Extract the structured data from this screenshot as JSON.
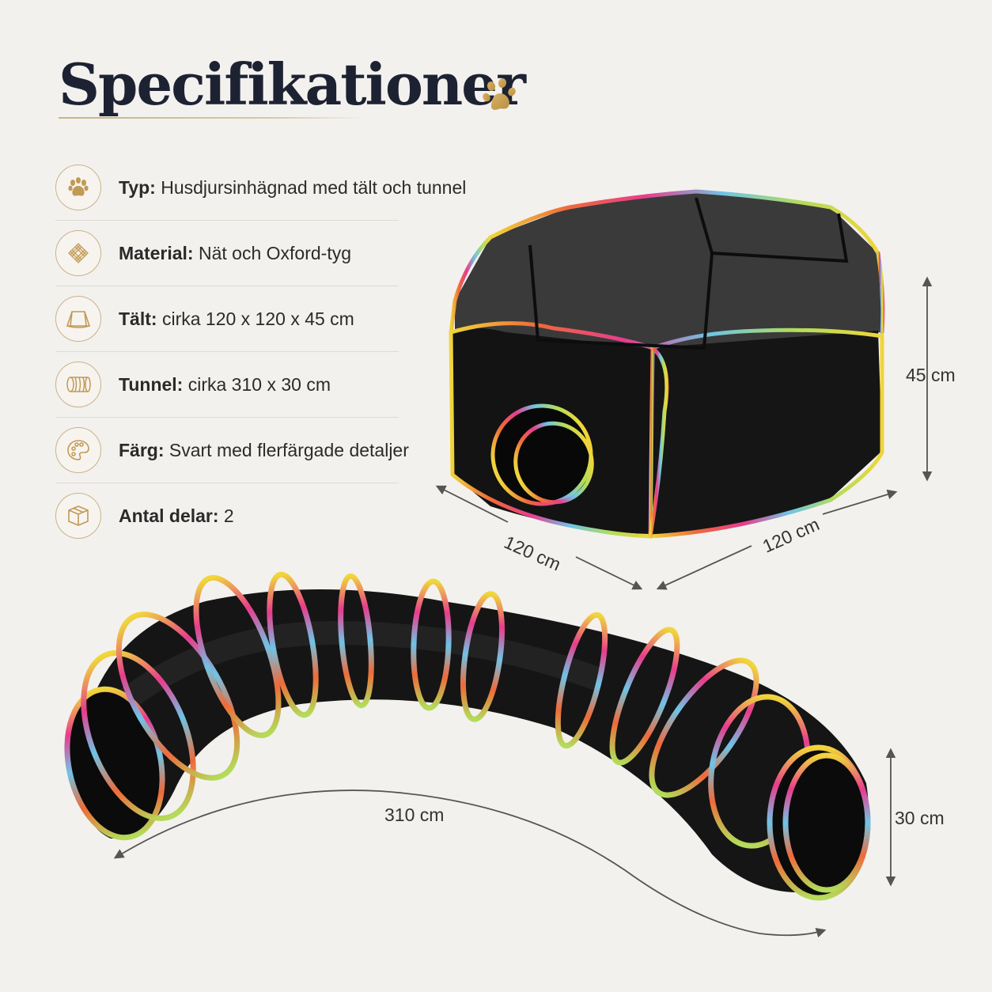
{
  "title": "Specifikationer",
  "specs": [
    {
      "label": "Typ:",
      "value": "Husdjursinhägnad med tält och tunnel",
      "icon": "paw-icon"
    },
    {
      "label": "Material:",
      "value": "Nät och Oxford-tyg",
      "icon": "mesh-icon"
    },
    {
      "label": "Tält:",
      "value": "cirka 120 x 120 x 45 cm",
      "icon": "tent-icon"
    },
    {
      "label": "Tunnel:",
      "value": "cirka 310 x 30 cm",
      "icon": "tunnel-icon"
    },
    {
      "label": "Färg:",
      "value": "Svart med flerfärgade detaljer",
      "icon": "palette-icon"
    },
    {
      "label": "Antal delar:",
      "value": "2",
      "icon": "box-icon"
    }
  ],
  "dimensions": {
    "tent_height": "45 cm",
    "tent_depth": "120 cm",
    "tent_width": "120 cm",
    "tunnel_length": "310 cm",
    "tunnel_diameter": "30 cm"
  },
  "colors": {
    "accent": "#c9b28a",
    "title": "#1d2233",
    "background": "#f3f1ee"
  }
}
